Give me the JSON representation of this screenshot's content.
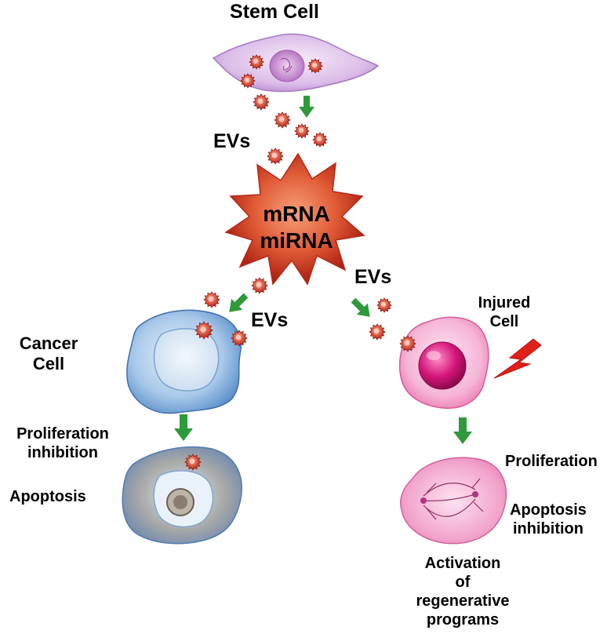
{
  "stem_cell": {
    "label": "Stem Cell"
  },
  "evs_labels": {
    "top": "EVs",
    "right": "EVs",
    "left": "EVs"
  },
  "center": {
    "line1": "mRNA",
    "line2": "miRNA"
  },
  "injured_cell": {
    "line1": "Injured",
    "line2": "Cell"
  },
  "cancer_cell": {
    "line1": "Cancer",
    "line2": "Cell"
  },
  "cancer_outcomes": {
    "line1": "Proliferation",
    "line2": "inhibition",
    "apoptosis": "Apoptosis"
  },
  "injured_outcomes": {
    "proliferation": "Proliferation",
    "apoptosis_line1": "Apoptosis",
    "apoptosis_line2": "inhibition",
    "activation_line1": "Activation",
    "activation_line2": "of",
    "activation_line3": "regenerative",
    "activation_line4": "programs"
  },
  "colors": {
    "arrow": "#2e9a3a",
    "ev": "#c8281c",
    "lightning": "#e02018",
    "stem_cell": "#d9b8e6",
    "cancer_cell": "#8fb8e0",
    "injured_cell": "#f5a6cf",
    "center_vesicle": "#d8432a"
  }
}
